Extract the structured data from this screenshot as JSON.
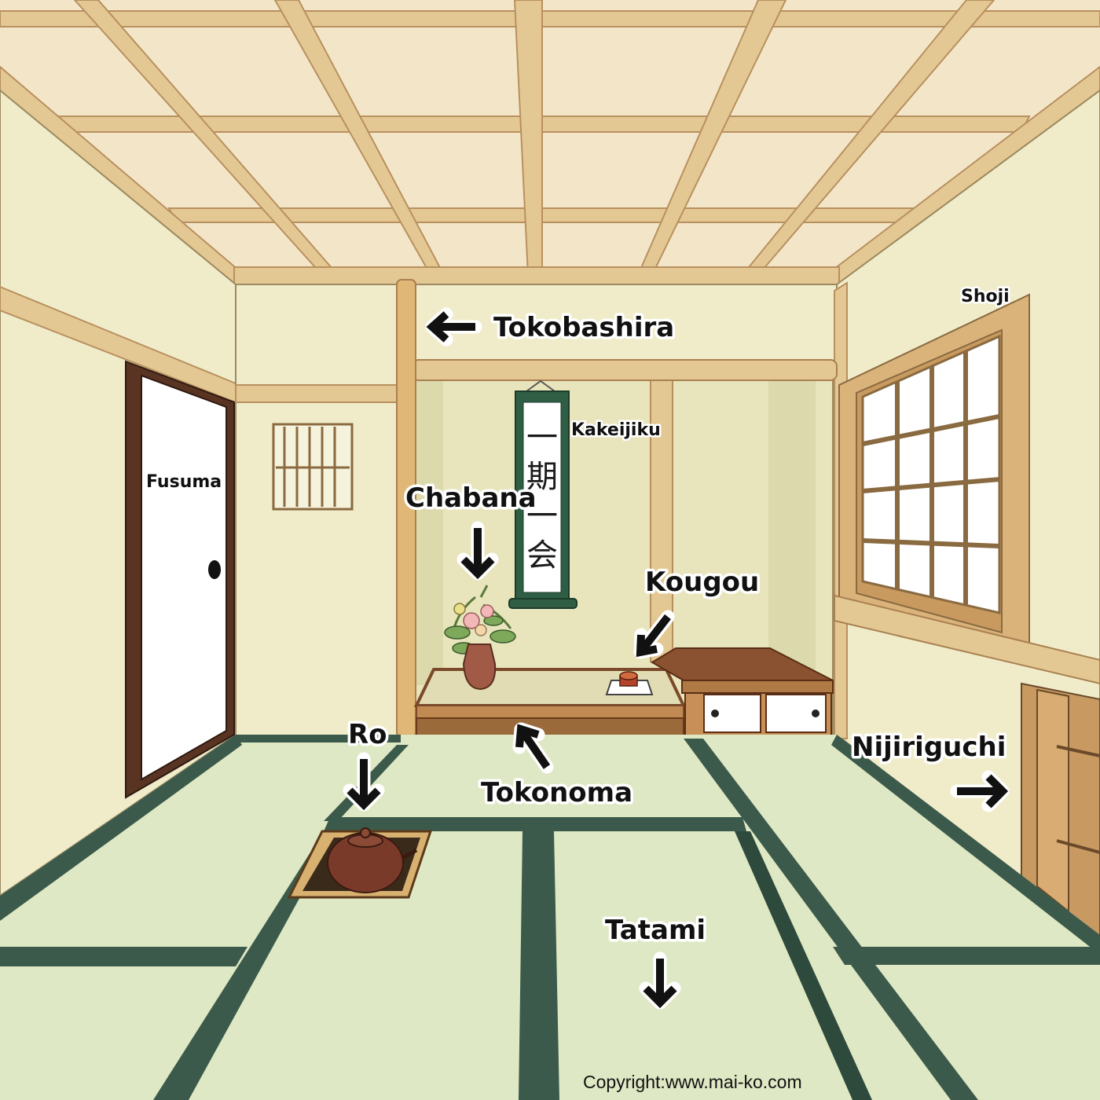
{
  "labels": {
    "tokobashira": "Tokobashira",
    "shoji": "Shoji",
    "kakeijiku": "Kakeijiku",
    "fusuma": "Fusuma",
    "chabana": "Chabana",
    "kougou": "Kougou",
    "ro": "Ro",
    "tokonoma": "Tokonoma",
    "nijiriguchi": "Nijiriguchi",
    "tatami": "Tatami"
  },
  "scroll": {
    "chars": [
      "一",
      "期",
      "一",
      "会"
    ]
  },
  "copyright": "Copyright:www.mai-ko.com",
  "colors": {
    "ceiling": "#f3e6c8",
    "beam": "#e2c48f",
    "wall": "#f0ecca",
    "alcove_wall": "#e7e4bd",
    "tatami": "#dfe8c4",
    "tatami_border": "#3c5a4b",
    "wood_dark": "#7a4a2a",
    "kettle": "#7a3a2a"
  }
}
